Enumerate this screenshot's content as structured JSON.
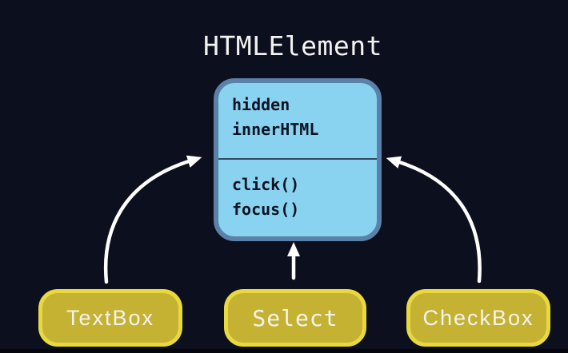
{
  "diagram": {
    "title": "HTMLElement",
    "class_box": {
      "name": "HTMLElement",
      "properties": [
        "hidden",
        "innerHTML"
      ],
      "methods": [
        "click()",
        "focus()"
      ]
    },
    "subclasses": [
      {
        "label": "TextBox"
      },
      {
        "label": "Select"
      },
      {
        "label": "CheckBox"
      }
    ],
    "colors": {
      "background": "#0b0f1e",
      "class_fill": "#89d3f1",
      "class_border": "#5b81a8",
      "divider": "#33495f",
      "button_fill": "#c5b233",
      "button_border": "#e9d83e",
      "arrow": "#ffffff",
      "text_dark": "#0d1322",
      "text_light": "#f2f3f0"
    }
  }
}
